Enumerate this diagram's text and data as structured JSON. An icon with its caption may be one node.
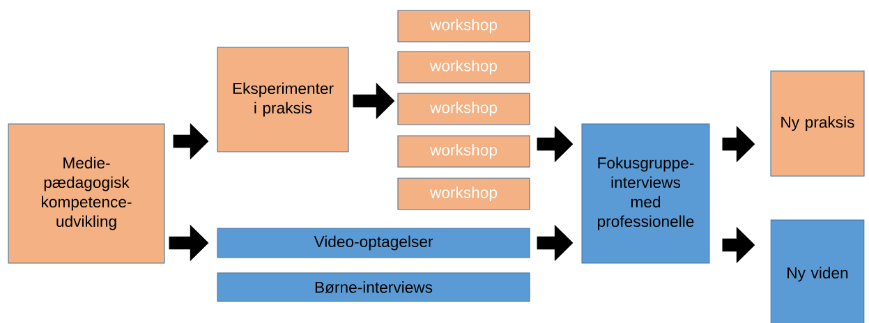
{
  "diagram": {
    "nodes": [
      {
        "text": [
          "Medie-pædagogisk kompetence-udvikling"
        ]
      },
      {
        "text": [
          "Eksperimenter i praksis"
        ]
      },
      {
        "text": [
          "workshop"
        ]
      },
      {
        "text": [
          "workshop"
        ]
      },
      {
        "text": [
          "workshop"
        ]
      },
      {
        "text": [
          "workshop"
        ]
      },
      {
        "text": [
          "workshop"
        ]
      },
      {
        "text": [
          "Video-optagelser"
        ]
      },
      {
        "text": [
          "Børne-interviews"
        ]
      },
      {
        "text": [
          "Fokusgruppe-interviews med professionelle"
        ]
      },
      {
        "text": [
          "Ny praksis"
        ]
      },
      {
        "text": [
          "Ny viden"
        ]
      }
    ],
    "edges": [
      {
        "from": 0,
        "to": 1,
        "arrow": "to"
      },
      {
        "from": 0,
        "to": 7,
        "arrow": "to"
      },
      {
        "from": 1,
        "to": 4,
        "arrow": "to"
      },
      {
        "from": 5,
        "to": 9,
        "arrow": "to"
      },
      {
        "from": 7,
        "to": 9,
        "arrow": "to"
      },
      {
        "from": 9,
        "to": 10,
        "arrow": "to"
      },
      {
        "from": 9,
        "to": 11,
        "arrow": "to"
      }
    ]
  }
}
